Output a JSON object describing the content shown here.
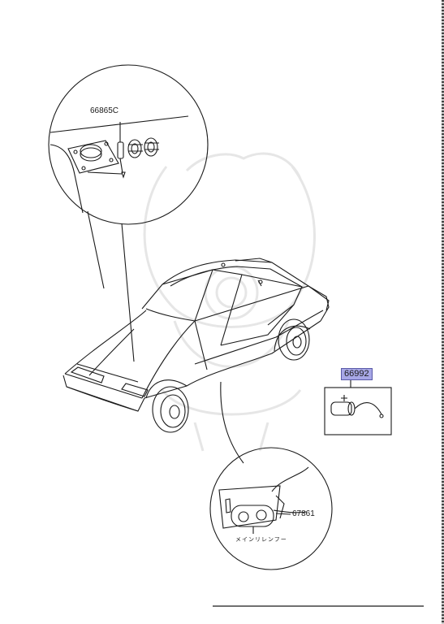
{
  "labels": {
    "part_66865c": "66865C",
    "part_66992": "66992",
    "part_67861": "67861",
    "main_relay_jp": "メインリレンフー"
  },
  "colors": {
    "highlight": "#a7a7e6",
    "line": "#1a1a1a",
    "watermark": "#e4e4e4"
  }
}
